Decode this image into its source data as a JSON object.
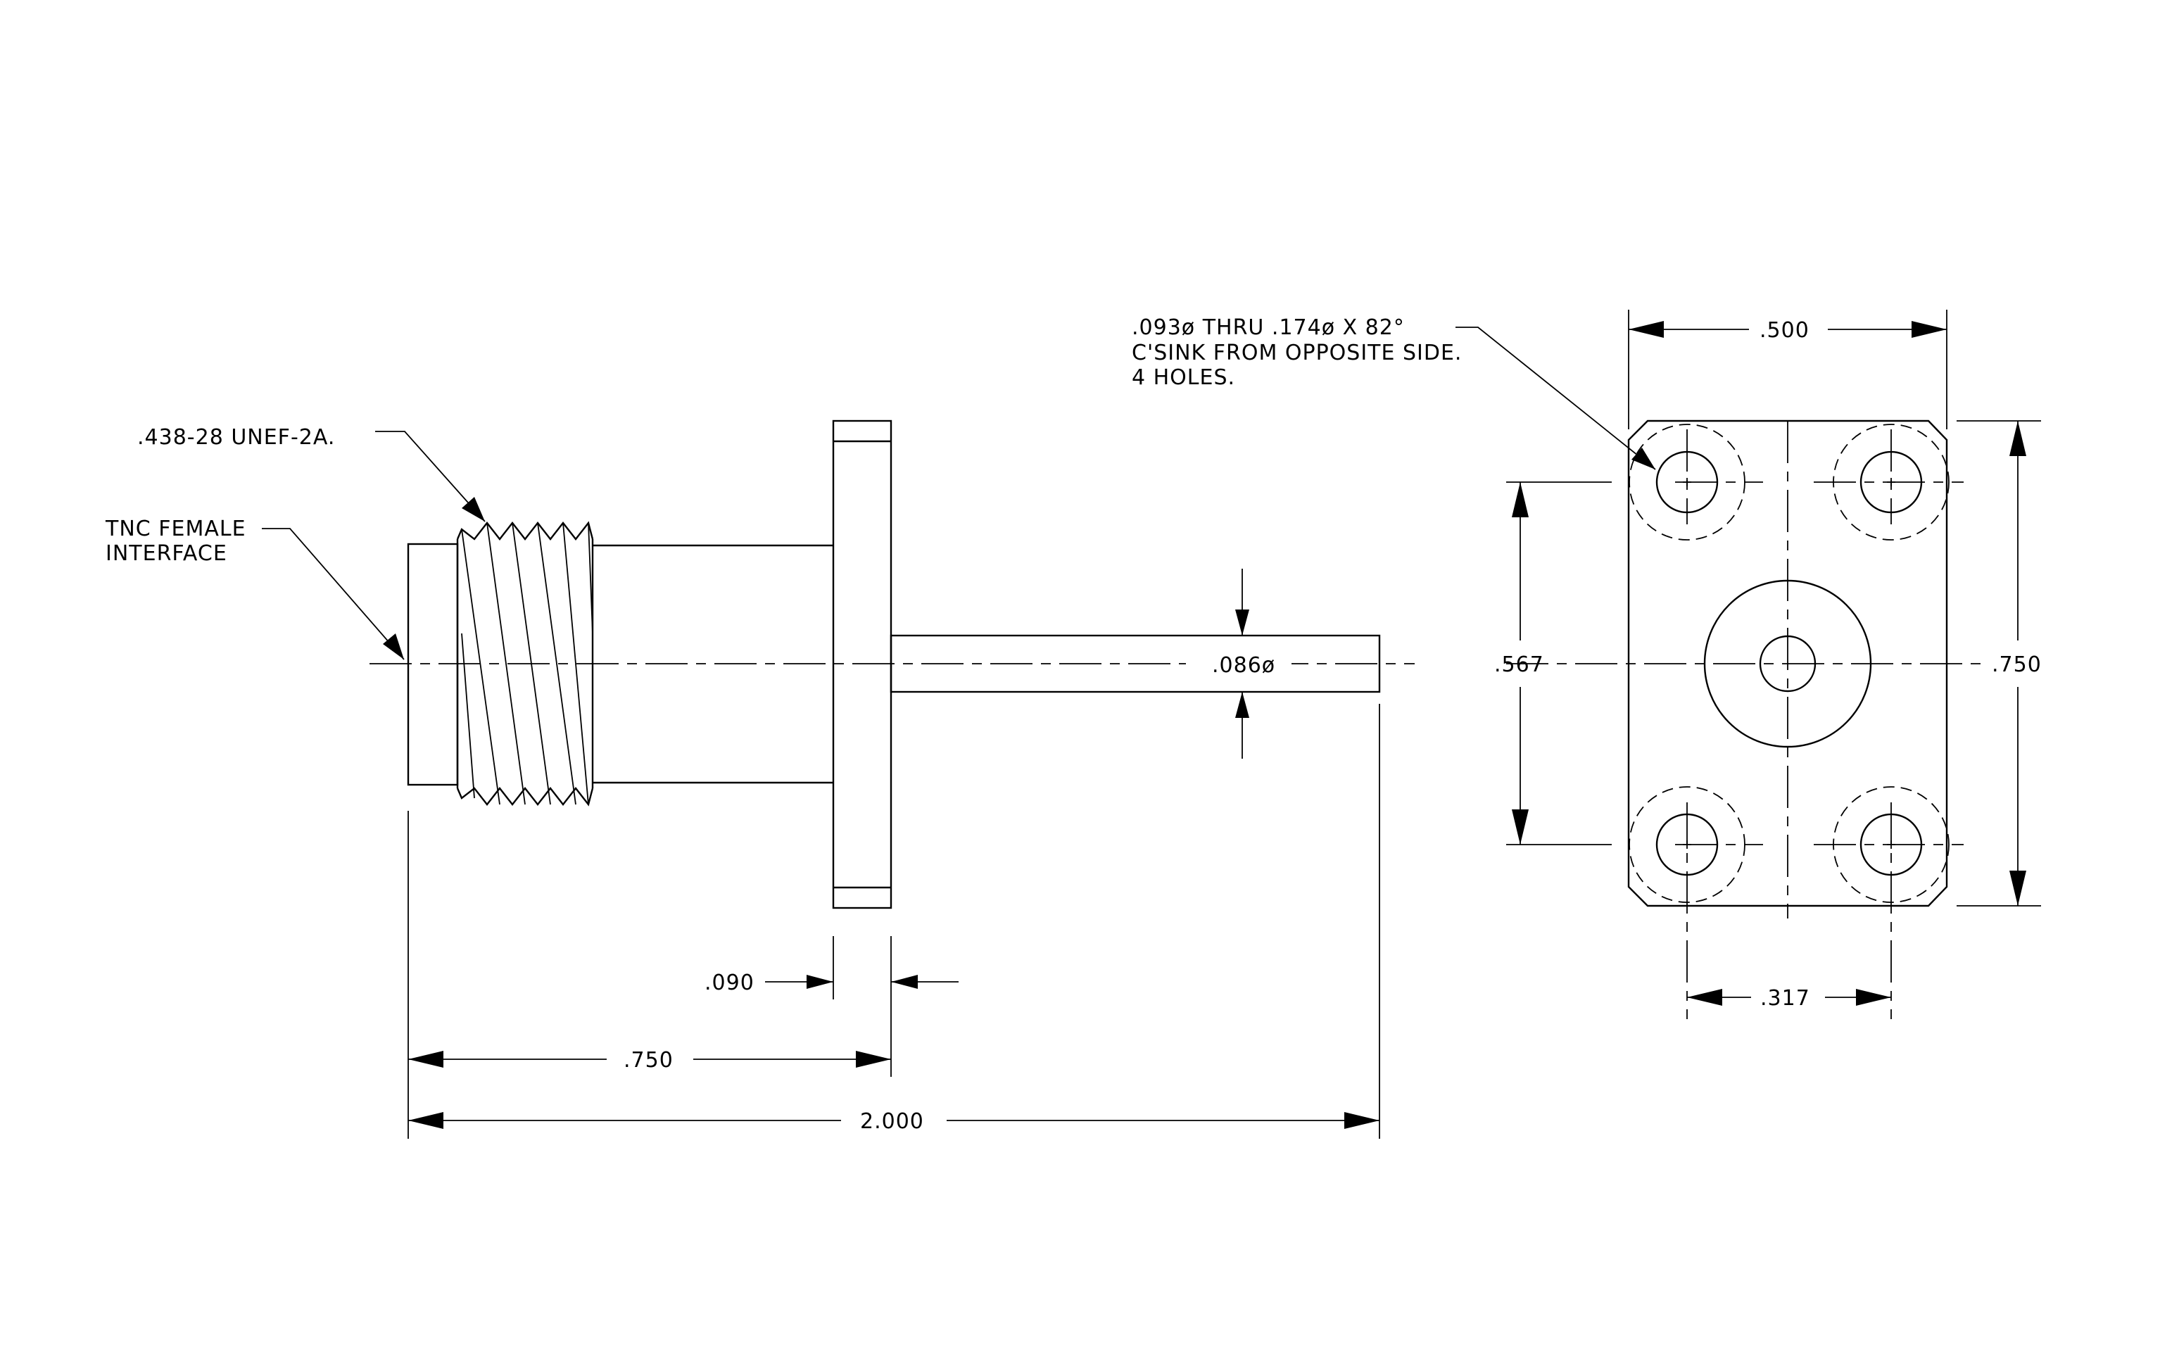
{
  "side_view": {
    "thread_callout": ".438-28 UNEF-2A.",
    "interface_label_line1": "TNC FEMALE",
    "interface_label_line2": "INTERFACE",
    "pin_diameter": ".086ø",
    "flange_thickness": ".090",
    "body_length": ".750",
    "overall_length": "2.000"
  },
  "flange_view": {
    "hole_note_line1": ".093ø THRU .174ø X 82°",
    "hole_note_line2": "C'SINK FROM OPPOSITE SIDE.",
    "hole_note_line3": "4 HOLES.",
    "flange_width": ".500",
    "flange_height": ".750",
    "hole_spacing_vertical": ".567",
    "hole_spacing_horizontal": ".317"
  }
}
